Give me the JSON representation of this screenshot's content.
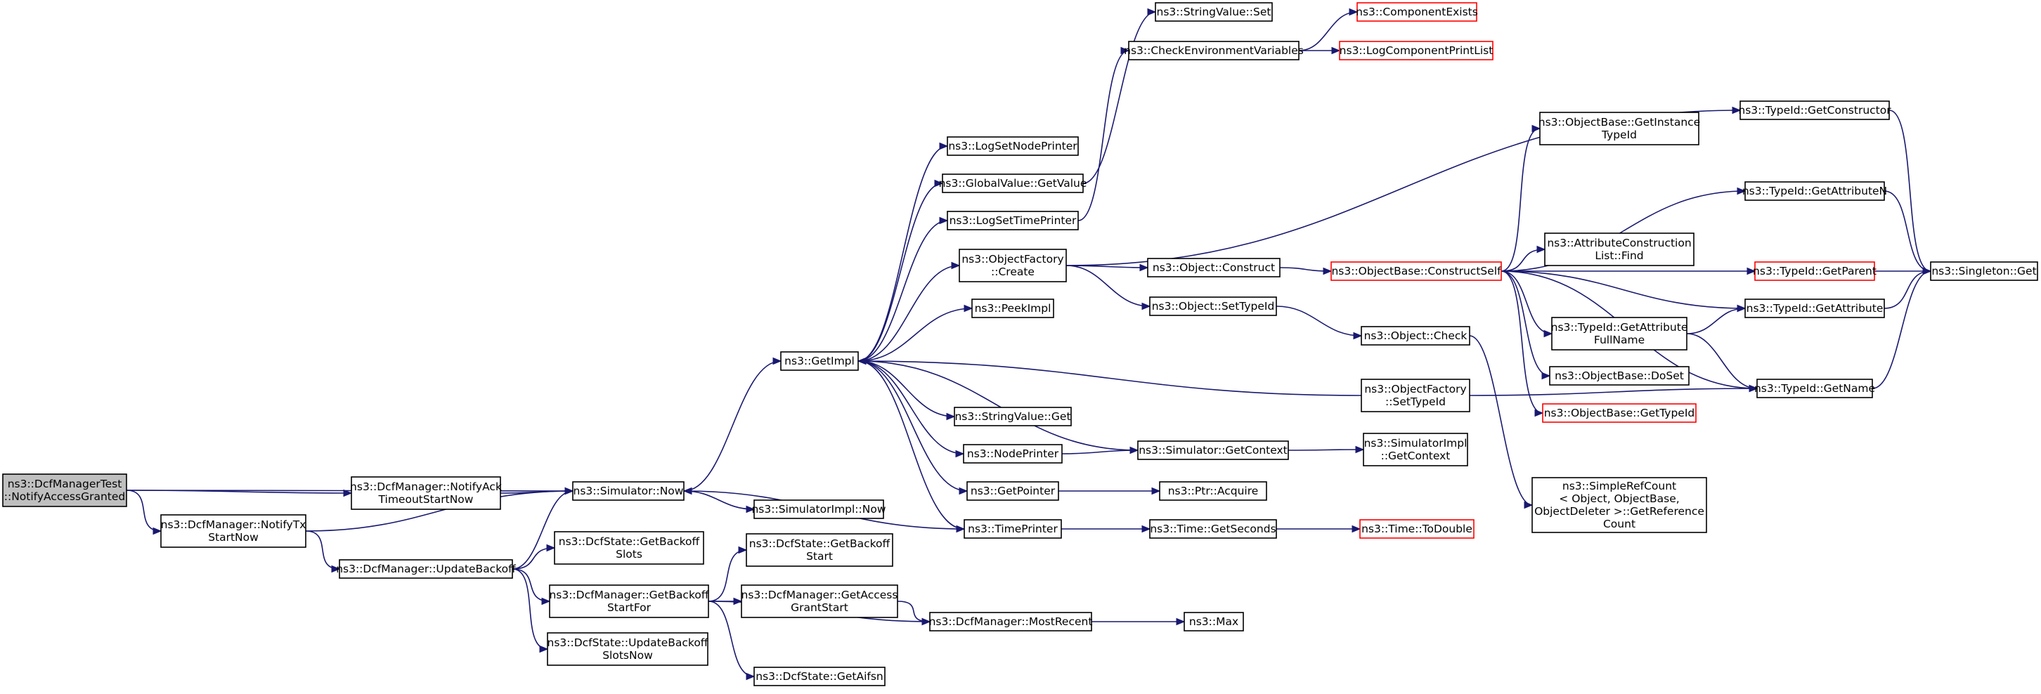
{
  "nodes": [
    {
      "id": "root",
      "lines": [
        "ns3::DcfManagerTest",
        "::NotifyAccessGranted"
      ],
      "style": "root"
    },
    {
      "id": "notifyAck",
      "lines": [
        "ns3::DcfManager::NotifyAck",
        "TimeoutStartNow"
      ]
    },
    {
      "id": "notifyTx",
      "lines": [
        "ns3::DcfManager::NotifyTx",
        "StartNow"
      ]
    },
    {
      "id": "now",
      "lines": [
        "ns3::Simulator::Now"
      ]
    },
    {
      "id": "updateBackoff",
      "lines": [
        "ns3::DcfManager::UpdateBackoff"
      ]
    },
    {
      "id": "getImpl",
      "lines": [
        "ns3::GetImpl"
      ]
    },
    {
      "id": "simImplNow",
      "lines": [
        "ns3::SimulatorImpl::Now"
      ]
    },
    {
      "id": "getBackoffSlots",
      "lines": [
        "ns3::DcfState::GetBackoff",
        "Slots"
      ]
    },
    {
      "id": "getBackoffStartFor",
      "lines": [
        "ns3::DcfManager::GetBackoff",
        "StartFor"
      ]
    },
    {
      "id": "updateBackoffSlotsNow",
      "lines": [
        "ns3::DcfState::UpdateBackoff",
        "SlotsNow"
      ]
    },
    {
      "id": "getBackoffStart",
      "lines": [
        "ns3::DcfState::GetBackoff",
        "Start"
      ]
    },
    {
      "id": "getAccessGrantStart",
      "lines": [
        "ns3::DcfManager::GetAccess",
        "GrantStart"
      ]
    },
    {
      "id": "getAifsn",
      "lines": [
        "ns3::DcfState::GetAifsn"
      ]
    },
    {
      "id": "mostRecent",
      "lines": [
        "ns3::DcfManager::MostRecent"
      ]
    },
    {
      "id": "max",
      "lines": [
        "ns3::Max"
      ]
    },
    {
      "id": "logSetNodePrinter",
      "lines": [
        "ns3::LogSetNodePrinter"
      ]
    },
    {
      "id": "globalValueGetValue",
      "lines": [
        "ns3::GlobalValue::GetValue"
      ]
    },
    {
      "id": "logSetTimePrinter",
      "lines": [
        "ns3::LogSetTimePrinter"
      ]
    },
    {
      "id": "objFactoryCreate",
      "lines": [
        "ns3::ObjectFactory",
        "::Create"
      ]
    },
    {
      "id": "peekImpl",
      "lines": [
        "ns3::PeekImpl"
      ]
    },
    {
      "id": "stringValueGet",
      "lines": [
        "ns3::StringValue::Get"
      ]
    },
    {
      "id": "nodePrinter",
      "lines": [
        "ns3::NodePrinter"
      ]
    },
    {
      "id": "getPointer",
      "lines": [
        "ns3::GetPointer"
      ]
    },
    {
      "id": "timePrinter",
      "lines": [
        "ns3::TimePrinter"
      ]
    },
    {
      "id": "stringValueSet",
      "lines": [
        "ns3::StringValue::Set"
      ]
    },
    {
      "id": "checkEnvVars",
      "lines": [
        "ns3::CheckEnvironmentVariables"
      ]
    },
    {
      "id": "componentExists",
      "lines": [
        "ns3::ComponentExists"
      ],
      "style": "red"
    },
    {
      "id": "logComponentPrintList",
      "lines": [
        "ns3::LogComponentPrintList"
      ],
      "style": "red"
    },
    {
      "id": "objectConstruct",
      "lines": [
        "ns3::Object::Construct"
      ]
    },
    {
      "id": "objectSetTypeId",
      "lines": [
        "ns3::Object::SetTypeId"
      ]
    },
    {
      "id": "simGetContext",
      "lines": [
        "ns3::Simulator::GetContext"
      ]
    },
    {
      "id": "ptrAcquire",
      "lines": [
        "ns3::Ptr::Acquire"
      ]
    },
    {
      "id": "timeGetSeconds",
      "lines": [
        "ns3::Time::GetSeconds"
      ]
    },
    {
      "id": "timeToDouble",
      "lines": [
        "ns3::Time::ToDouble"
      ],
      "style": "red"
    },
    {
      "id": "constructSelf",
      "lines": [
        "ns3::ObjectBase::ConstructSelf"
      ],
      "style": "red"
    },
    {
      "id": "objectCheck",
      "lines": [
        "ns3::Object::Check"
      ]
    },
    {
      "id": "objFactorySetTypeId",
      "lines": [
        "ns3::ObjectFactory",
        "::SetTypeId"
      ]
    },
    {
      "id": "simImplGetContext",
      "lines": [
        "ns3::SimulatorImpl",
        "::GetContext"
      ]
    },
    {
      "id": "getInstanceTypeId",
      "lines": [
        "ns3::ObjectBase::GetInstance",
        "TypeId"
      ]
    },
    {
      "id": "attrConstructionListFind",
      "lines": [
        "ns3::AttributeConstruction",
        "List::Find"
      ]
    },
    {
      "id": "getAttributeFullName",
      "lines": [
        "ns3::TypeId::GetAttribute",
        "FullName"
      ]
    },
    {
      "id": "objectBaseDoSet",
      "lines": [
        "ns3::ObjectBase::DoSet"
      ]
    },
    {
      "id": "objectBaseGetTypeId",
      "lines": [
        "ns3::ObjectBase::GetTypeId"
      ],
      "style": "red"
    },
    {
      "id": "getReferenceCount",
      "lines": [
        "ns3::SimpleRefCount",
        "< Object, ObjectBase,",
        " ObjectDeleter >::GetReference",
        "Count"
      ]
    },
    {
      "id": "typeIdGetConstructor",
      "lines": [
        "ns3::TypeId::GetConstructor"
      ]
    },
    {
      "id": "typeIdGetAttributeN",
      "lines": [
        "ns3::TypeId::GetAttributeN"
      ]
    },
    {
      "id": "typeIdGetParent",
      "lines": [
        "ns3::TypeId::GetParent"
      ],
      "style": "red"
    },
    {
      "id": "typeIdGetAttribute",
      "lines": [
        "ns3::TypeId::GetAttribute"
      ]
    },
    {
      "id": "typeIdGetName",
      "lines": [
        "ns3::TypeId::GetName"
      ]
    },
    {
      "id": "singletonGet",
      "lines": [
        "ns3::Singleton::Get"
      ]
    }
  ],
  "edges": [
    [
      "root",
      "now"
    ],
    [
      "root",
      "notifyAck"
    ],
    [
      "root",
      "notifyTx"
    ],
    [
      "notifyAck",
      "now"
    ],
    [
      "notifyTx",
      "now"
    ],
    [
      "notifyTx",
      "updateBackoff"
    ],
    [
      "now",
      "getImpl"
    ],
    [
      "now",
      "simImplNow"
    ],
    [
      "updateBackoff",
      "now"
    ],
    [
      "updateBackoff",
      "getBackoffSlots"
    ],
    [
      "updateBackoff",
      "getBackoffStartFor"
    ],
    [
      "updateBackoff",
      "updateBackoffSlotsNow"
    ],
    [
      "getBackoffStartFor",
      "getBackoffStart"
    ],
    [
      "getBackoffStartFor",
      "getAccessGrantStart"
    ],
    [
      "getBackoffStartFor",
      "mostRecent"
    ],
    [
      "getBackoffStartFor",
      "getAifsn"
    ],
    [
      "getAccessGrantStart",
      "mostRecent"
    ],
    [
      "mostRecent",
      "max"
    ],
    [
      "getImpl",
      "logSetNodePrinter"
    ],
    [
      "getImpl",
      "globalValueGetValue"
    ],
    [
      "getImpl",
      "logSetTimePrinter"
    ],
    [
      "getImpl",
      "objFactoryCreate"
    ],
    [
      "getImpl",
      "peekImpl"
    ],
    [
      "getImpl",
      "stringValueGet"
    ],
    [
      "getImpl",
      "nodePrinter"
    ],
    [
      "getImpl",
      "getPointer"
    ],
    [
      "getImpl",
      "timePrinter"
    ],
    [
      "timePrinter",
      "now"
    ],
    [
      "globalValueGetValue",
      "stringValueSet"
    ],
    [
      "logSetTimePrinter",
      "checkEnvVars"
    ],
    [
      "checkEnvVars",
      "componentExists"
    ],
    [
      "checkEnvVars",
      "logComponentPrintList"
    ],
    [
      "objFactoryCreate",
      "typeIdGetConstructor"
    ],
    [
      "objFactoryCreate",
      "objectConstruct"
    ],
    [
      "objFactoryCreate",
      "objectSetTypeId"
    ],
    [
      "nodePrinter",
      "simGetContext"
    ],
    [
      "simGetContext",
      "getImpl"
    ],
    [
      "simGetContext",
      "simImplGetContext"
    ],
    [
      "getPointer",
      "ptrAcquire"
    ],
    [
      "timePrinter",
      "timeGetSeconds"
    ],
    [
      "timeGetSeconds",
      "timeToDouble"
    ],
    [
      "objectConstruct",
      "constructSelf"
    ],
    [
      "objectSetTypeId",
      "objectCheck"
    ],
    [
      "objectCheck",
      "getReferenceCount"
    ],
    [
      "objFactorySetTypeId",
      "getImpl"
    ],
    [
      "objFactorySetTypeId",
      "typeIdGetName"
    ],
    [
      "constructSelf",
      "getInstanceTypeId"
    ],
    [
      "constructSelf",
      "typeIdGetAttributeN"
    ],
    [
      "constructSelf",
      "attrConstructionListFind"
    ],
    [
      "constructSelf",
      "typeIdGetParent"
    ],
    [
      "constructSelf",
      "typeIdGetAttribute"
    ],
    [
      "constructSelf",
      "getAttributeFullName"
    ],
    [
      "constructSelf",
      "objectBaseDoSet"
    ],
    [
      "constructSelf",
      "objectBaseGetTypeId"
    ],
    [
      "constructSelf",
      "typeIdGetName"
    ],
    [
      "getAttributeFullName",
      "typeIdGetAttribute"
    ],
    [
      "getAttributeFullName",
      "typeIdGetName"
    ],
    [
      "typeIdGetConstructor",
      "singletonGet"
    ],
    [
      "typeIdGetAttributeN",
      "singletonGet"
    ],
    [
      "typeIdGetParent",
      "singletonGet"
    ],
    [
      "typeIdGetAttribute",
      "singletonGet"
    ],
    [
      "typeIdGetName",
      "singletonGet"
    ]
  ]
}
